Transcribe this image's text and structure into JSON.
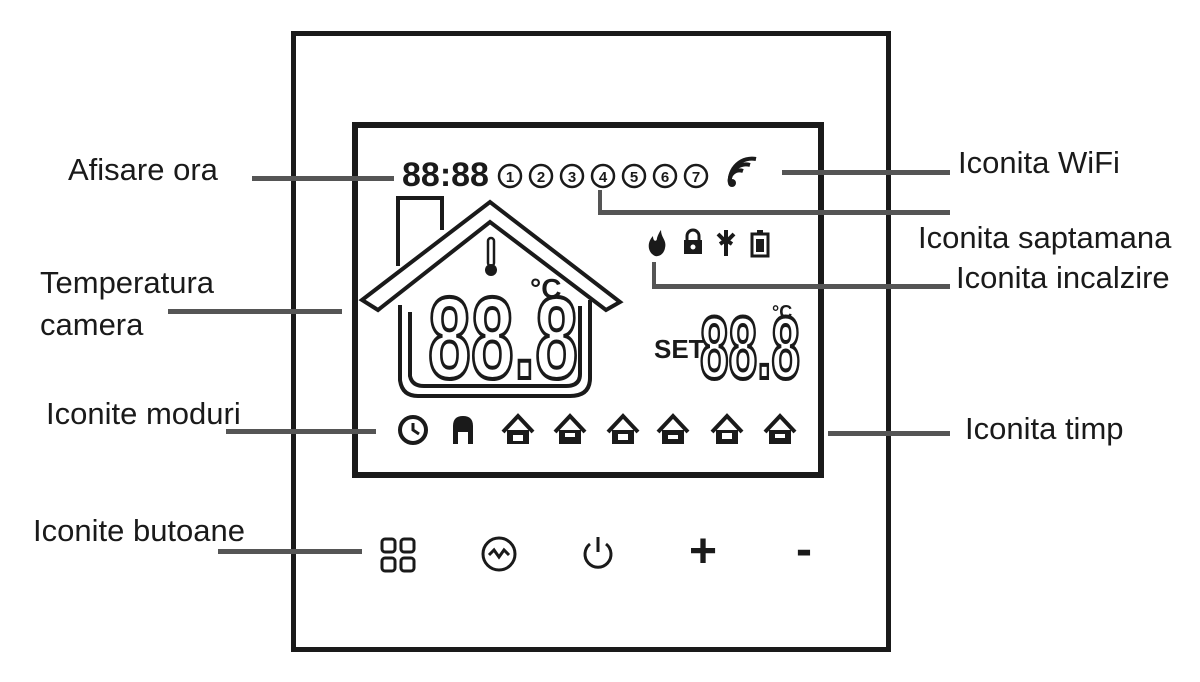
{
  "labels": {
    "clock": "Afisare ora",
    "room_temp_line1": "Temperatura",
    "room_temp_line2": "camera",
    "modes": "Iconite moduri",
    "buttons": "Iconite butoane",
    "wifi": "Iconita WiFi",
    "week": "Iconita saptamana",
    "heating": "Iconita incalzire",
    "time": "Iconita timp"
  },
  "display": {
    "clock_digits": "88:88",
    "room_temp_digits": "88.8",
    "room_unit": "°C",
    "set_label": "SET",
    "set_temp_digits": "88.8",
    "set_unit": "°C",
    "week_days": [
      "1",
      "2",
      "3",
      "4",
      "5",
      "6",
      "7"
    ]
  },
  "status_icons": [
    "flame-icon",
    "lock-icon",
    "antifreeze-icon",
    "battery-icon"
  ],
  "mode_icons": [
    "clock-mode-icon",
    "hand-manual-icon",
    "home-mode-1-icon",
    "home-mode-2-icon",
    "home-mode-3-icon",
    "home-mode-4-icon",
    "home-mode-5-icon",
    "home-mode-6-icon"
  ],
  "buttons": [
    {
      "name": "menu-button",
      "icon": "grid-icon"
    },
    {
      "name": "mode-button",
      "icon": "clock-cycle-icon"
    },
    {
      "name": "power-button",
      "icon": "power-icon"
    },
    {
      "name": "plus-button",
      "glyph": "+"
    },
    {
      "name": "minus-button",
      "glyph": "-"
    }
  ],
  "colors": {
    "ink": "#1a1a1a",
    "leader": "#555555",
    "background": "#ffffff"
  }
}
